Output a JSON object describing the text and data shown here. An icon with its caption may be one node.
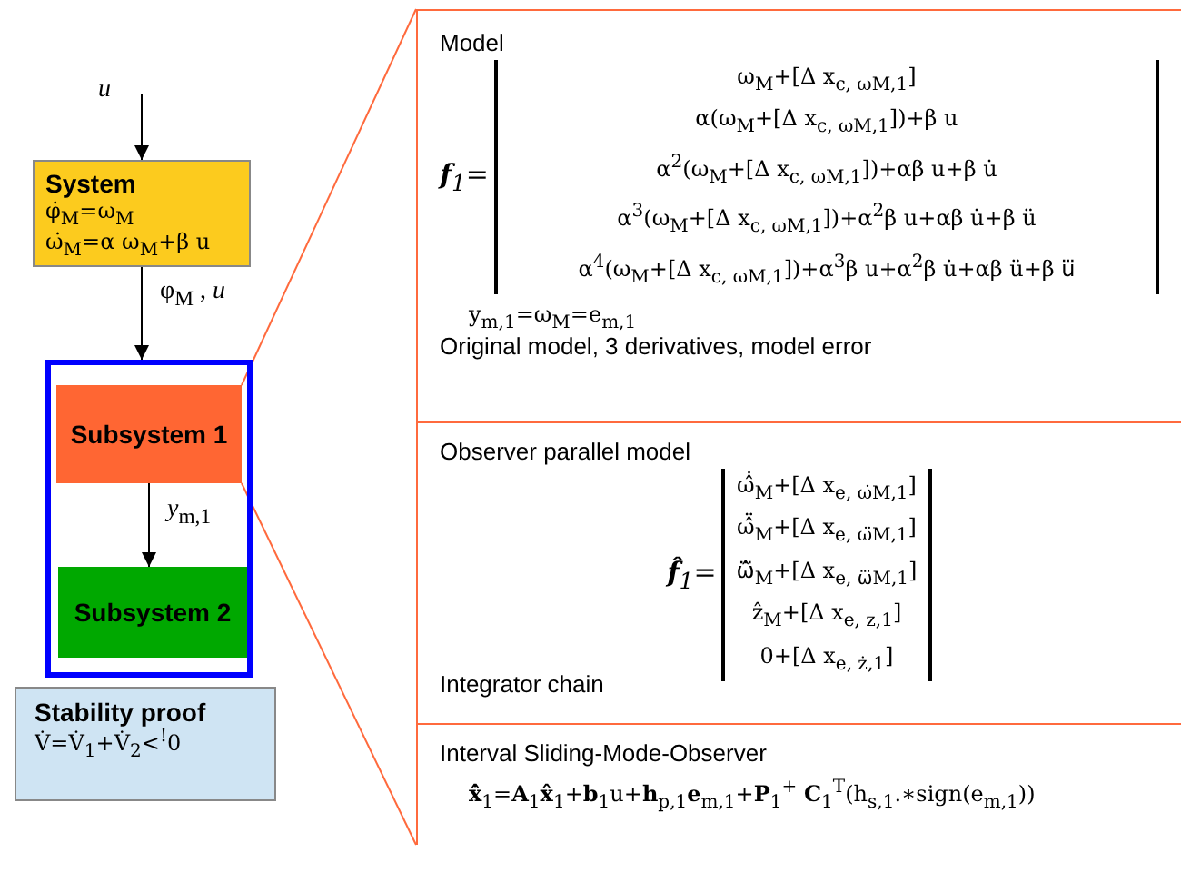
{
  "diagram": {
    "nodes": [
      {
        "text": [
          "System",
          "φ̇$_{M}$=ω$_{M}$",
          "ω̇$_{M}$=α ω$_{M}$+β u"
        ]
      },
      {
        "text": [],
        "shape": "box"
      },
      {
        "text": [
          "Subsystem 1"
        ],
        "in": 1
      },
      {
        "text": [
          "Subsystem 2"
        ],
        "in": 1
      },
      {
        "text": [
          "Stability proof",
          "V̇=V̇$_{1}$+V̇$_{2}$<$^{!}$0"
        ]
      },
      {
        "text": [],
        "shape": "box"
      },
      {
        "text": [
          "Model",
          "**f**$_{1}$=",
          "ω$_{M}$+[Δ x$_{c, ωM,1}$]",
          "α(ω$_{M}$+[Δ x$_{c, ωM,1}$])+β u",
          "α$^{2}$(ω$_{M}$+[Δ x$_{c, ωM,1}$])+αβ u+β u̇",
          "α$^{3}$(ω$_{M}$+[Δ x$_{c, ωM,1}$])+α$^{2}$β u+αβ u̇+β ü",
          "α$^{4}$(ω$_{M}$+[Δ x$_{c, ωM,1}$])+α$^{3}$β u+α$^{2}$β u̇+αβ ü+β u⃛",
          "y$_{m,1}$=ω$_{M}$=e$_{m,1}$",
          "Original model, 3 derivatives, model error"
        ],
        "in": 5
      },
      {
        "text": [
          "Observer parallel model",
          "**f̂**$_{1}$=",
          "ω̂̇$_{M}$+[Δ x$_{e, ω̇M,1}$]",
          "ω̂̈$_{M}$+[Δ x$_{e, ω̈M,1}$]",
          "ω̂⃛$_{M}$+[Δ x$_{e, ω⃛M,1}$]",
          "ẑ$_{M}$+[Δ x$_{e, z,1}$]",
          "0+[Δ x$_{e, ż,1}$]",
          "Integrator chain"
        ],
        "in": 5
      },
      {
        "text": [
          "Interval Sliding-Mode-Observer",
          "**x̂̇**$_{1}$=**A**$_{1}$**x̂**$_{1}$+**b**$_{1}$u+**h**$_{p,1}$**e**$_{m,1}$+**P**$_{1}$$^{+}$ **C**$_{1}$$^{T}$(h$_{s,1}$.∗sign(e$_{m,1}$))"
        ],
        "in": 5
      }
    ],
    "edges": [
      {
        "from": null,
        "to": 0,
        "arrow": "to",
        "label": "*u*"
      },
      {
        "from": 0,
        "to": 1,
        "arrow": "to",
        "label": "φ$_{M}$ , *u*"
      },
      {
        "from": 2,
        "to": 3,
        "arrow": "to",
        "label": "*y*$_{m,1}$"
      },
      {
        "from": 2,
        "to": 5,
        "arrow": "none",
        "color": "#ff6a3d"
      },
      {
        "from": 2,
        "to": 5,
        "arrow": "none",
        "color": "#ff6a3d"
      }
    ]
  }
}
